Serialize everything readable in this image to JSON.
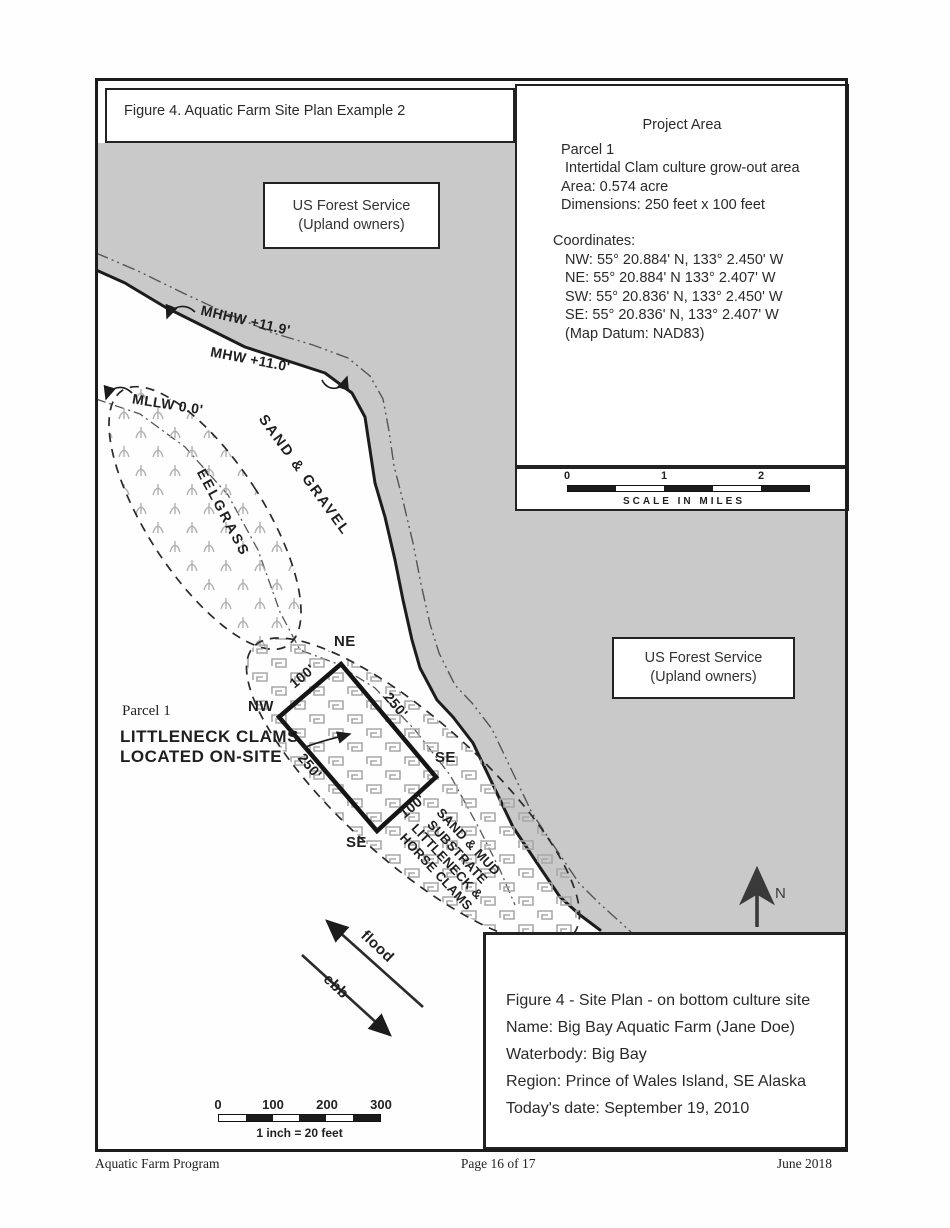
{
  "figure_title": "Figure 4. Aquatic Farm Site Plan Example 2",
  "project_area": {
    "title": "Project Area",
    "parcel": "Parcel 1",
    "use": "Intertidal Clam culture grow-out area",
    "area": "Area: 0.574 acre",
    "dimensions": "Dimensions: 250 feet x 100 feet",
    "coords_label": "Coordinates:",
    "nw": "NW: 55° 20.884' N, 133° 2.450' W",
    "ne": "NE: 55° 20.884' N 133° 2.407' W",
    "sw": "SW: 55° 20.836' N, 133° 2.450' W",
    "se": "SE: 55° 20.836' N, 133° 2.407' W",
    "datum": "(Map Datum:  NAD83)"
  },
  "scale_miles": {
    "ticks": [
      "0",
      "1",
      "2"
    ],
    "label": "SCALE IN MILES"
  },
  "scale_feet": {
    "ticks": [
      "0",
      "100",
      "200",
      "300"
    ],
    "label": "1 inch = 20 feet"
  },
  "map": {
    "usfs_upper": {
      "line1": "US Forest Service",
      "line2": "(Upland owners)"
    },
    "usfs_lower": {
      "line1": "US Forest Service",
      "line2": "(Upland owners)"
    },
    "labels": {
      "mhhw": "MHHW +11.9'",
      "mhw": "MHW +11.0'",
      "mllw": "MLLW 0.0'",
      "sand_gravel": "SAND & GRAVEL",
      "eelgrass": "EELGRASS",
      "corner_ne": "NE",
      "corner_nw": "NW",
      "corner_se_right": "SE",
      "corner_se_bottom": "SE",
      "dim_100_top": "100'",
      "dim_250_right": "250'",
      "dim_250_left": "250'",
      "dim_100_bottom": "100'",
      "parcel": "Parcel 1",
      "clams_line1": "LITTLENECK CLAMS",
      "clams_line2": "LOCATED ON-SITE",
      "substrate_lines": [
        "SAND & MUD",
        "SUBSTRATE",
        "LITTLENECK &",
        "HORSE CLAMS"
      ],
      "flood": "flood",
      "ebb": "ebb",
      "north": "N"
    }
  },
  "info_box": {
    "lines": [
      "Figure 4 - Site Plan - on bottom culture site",
      "Name: Big Bay Aquatic Farm (Jane Doe)",
      "Waterbody: Big Bay",
      "Region: Prince of Wales Island, SE Alaska",
      "Today's date: September 19, 2010"
    ]
  },
  "footer": {
    "left": "Aquatic Farm Program",
    "center": "Page 16 of 17",
    "right": "June 2018"
  },
  "colors": {
    "land_gray": "#c9c9c9",
    "ink": "#1c1c1c",
    "symbol_gray": "#a8a8a8",
    "paper": "#ffffff"
  }
}
